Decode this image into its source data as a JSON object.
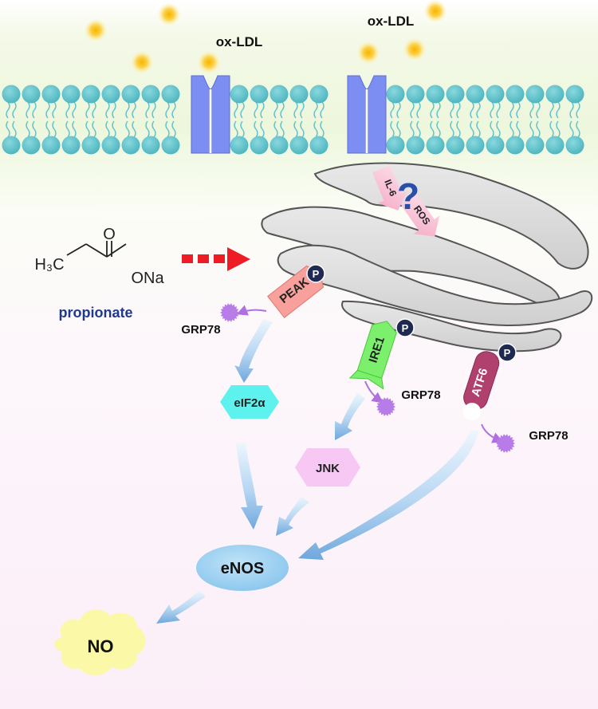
{
  "labels": {
    "oxldl_left": "ox-LDL",
    "oxldl_right": "ox-LDL",
    "il6": "IL-6",
    "question": "?",
    "ros": "ROS",
    "formula_h3c": "H₃C",
    "formula_o": "O",
    "formula_ona": "ONa",
    "propionate": "propionate",
    "peak": "PEAK",
    "ire1": "IRE1",
    "atf6": "ATF6",
    "p_peak": "P",
    "p_ire1": "P",
    "p_atf6": "P",
    "grp78_peak": "GRP78",
    "grp78_ire1": "GRP78",
    "grp78_atf6": "GRP78",
    "eif2a": "eIF2α",
    "jnk": "JNK",
    "enos": "eNOS",
    "no": "NO"
  },
  "colors": {
    "membrane_head": "#64c4cc",
    "channel": "#7d8ef2",
    "particle": "#f8c21a",
    "er": "#d8d8d8",
    "peak": "#f7a09c",
    "ire1": "#7cf06c",
    "atf6": "#b0406e",
    "grp78": "#b87ce8",
    "eif2a": "#5ef2ee",
    "jnk": "#f8c8f4",
    "enos": "#a0d4f2",
    "no": "#fbf8a8",
    "phospho": "#1e2a52",
    "dashed_arrow": "#ee1c24",
    "propionate_text": "#1f3a8a"
  }
}
